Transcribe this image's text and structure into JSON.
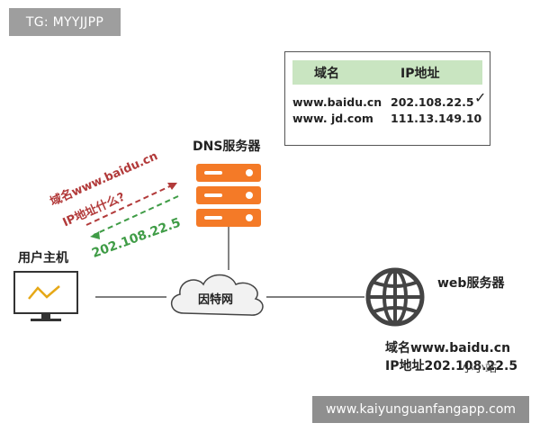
{
  "badge_top": "TG: MYYJJPP",
  "table": {
    "col1": "域名",
    "col2": "IP地址",
    "rows": [
      {
        "domain": "www.baidu.cn",
        "ip": "202.108.22.5",
        "mark": "✓"
      },
      {
        "domain": "www. jd.com",
        "ip": "111.13.149.10",
        "mark": ""
      }
    ]
  },
  "dns_label": "DNS服务器",
  "user_label": "用户主机",
  "internet_label": "因特网",
  "web_label": "web服务器",
  "query": {
    "line1": "域名www.baidu.cn",
    "line2": "IP地址什么?"
  },
  "reply": "202.108.22.5",
  "web_info": {
    "line1": "域名www.baidu.cn",
    "line2": "IP地址202.108.22.5"
  },
  "watermark": "小小站",
  "badge_bottom": "www.kaiyunguanfangapp.com",
  "colors": {
    "server": "#f47a27",
    "query": "#b23a3a",
    "reply": "#3f9c46",
    "table_header": "#c9e5c1"
  }
}
